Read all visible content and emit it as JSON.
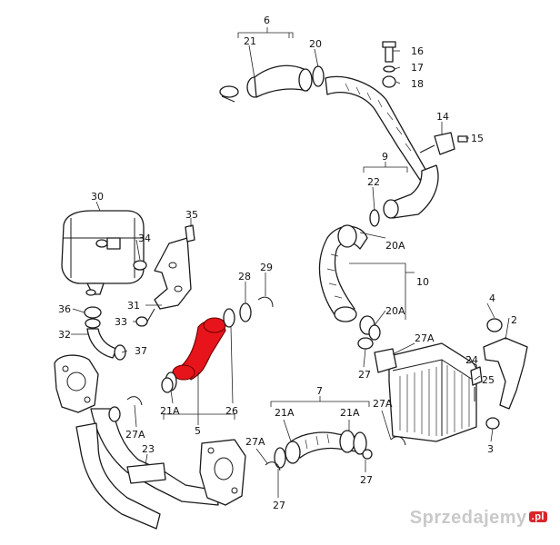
{
  "diagram": {
    "callouts": [
      "6",
      "21",
      "20",
      "16",
      "17",
      "18",
      "14",
      "15",
      "9",
      "22",
      "30",
      "35",
      "34",
      "20A",
      "10",
      "28",
      "29",
      "31",
      "33",
      "36",
      "32",
      "37",
      "20A",
      "4",
      "2",
      "27A",
      "24",
      "25",
      "27",
      "3",
      "21A",
      "26",
      "5",
      "7",
      "21A",
      "21A",
      "27A",
      "27A",
      "23",
      "27",
      "27A",
      "27"
    ]
  },
  "watermark": {
    "brand": "Sprzedajemy",
    "tld": ".pl"
  },
  "colors": {
    "highlight": "#e8141b",
    "line": "#1a1a1a",
    "watermark": "#c9c9c9",
    "badge": "#d7262c"
  }
}
